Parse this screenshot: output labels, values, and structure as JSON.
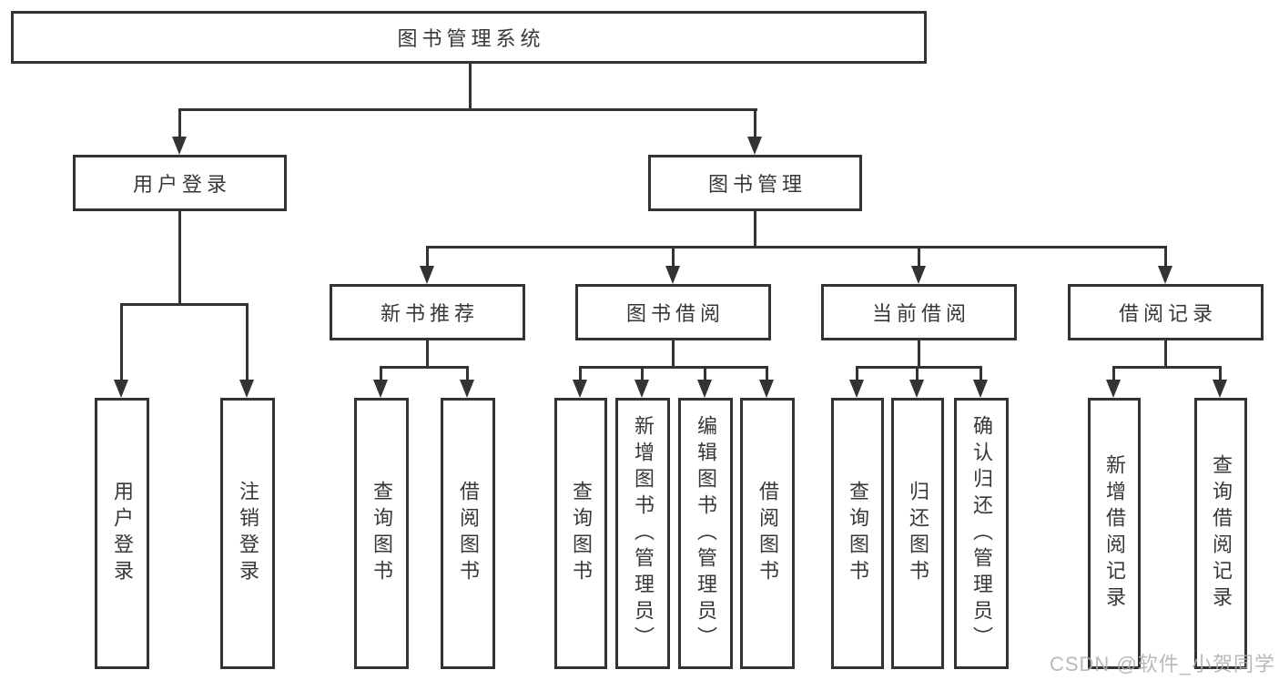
{
  "colors": {
    "line": "#333333",
    "box_border": "#333333",
    "text": "#383838",
    "background": "#ffffff",
    "watermark": "#adadad"
  },
  "tree": {
    "root": "图书管理系统",
    "branches": [
      {
        "label": "用户登录",
        "children": [
          "用户登录",
          "注销登录"
        ]
      },
      {
        "label": "图书管理",
        "children": [
          {
            "label": "新书推荐",
            "children": [
              "查询图书",
              "借阅图书"
            ]
          },
          {
            "label": "图书借阅",
            "children": [
              "查询图书",
              "新增图书（管理员）",
              "编辑图书（管理员）",
              "借阅图书"
            ]
          },
          {
            "label": "当前借阅",
            "children": [
              "查询图书",
              "归还图书",
              "确认归还（管理员）"
            ]
          },
          {
            "label": "借阅记录",
            "children": [
              "新增借阅记录",
              "查询借阅记录"
            ]
          }
        ]
      }
    ]
  },
  "watermark": {
    "text": "CSDN @软件_小贺同学"
  }
}
